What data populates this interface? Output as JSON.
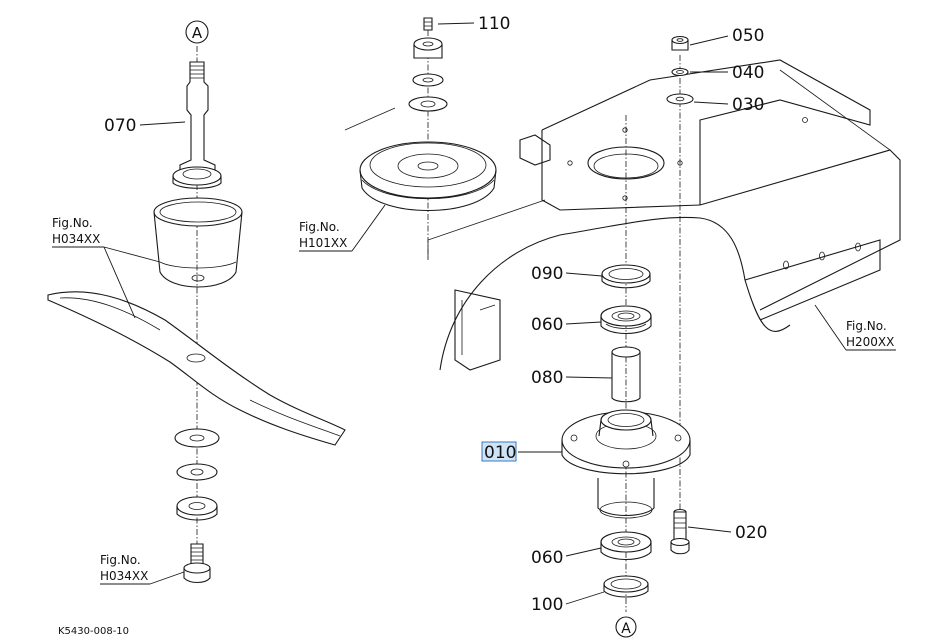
{
  "diagram": {
    "section_marker": "A",
    "drawing_code": "K5430-008-10",
    "callouts": {
      "p070": "070",
      "p110": "110",
      "p050": "050",
      "p040": "040",
      "p030": "030",
      "p090": "090",
      "p060_upper": "060",
      "p080": "080",
      "p010": "010",
      "p020": "020",
      "p060_lower": "060",
      "p100": "100"
    },
    "figure_refs": {
      "blade_fig_label": "Fig.No.",
      "blade_fig_code": "H034XX",
      "bolt_fig_label": "Fig.No.",
      "bolt_fig_code": "H034XX",
      "pulley_fig_label": "Fig.No.",
      "pulley_fig_code": "H101XX",
      "deck_fig_label": "Fig.No.",
      "deck_fig_code": "H200XX"
    },
    "highlighted_part": "010"
  }
}
